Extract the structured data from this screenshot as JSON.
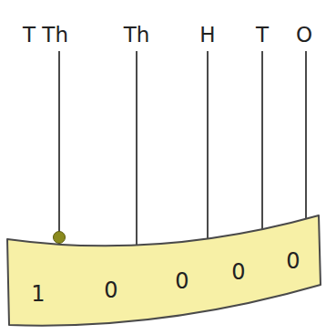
{
  "diagram": {
    "nodes": [
      {
        "text": [
          "1",
          "0",
          "0",
          "0",
          "0"
        ]
      }
    ],
    "labels": [
      "T Th",
      "Th",
      "H",
      "T",
      "O"
    ]
  }
}
